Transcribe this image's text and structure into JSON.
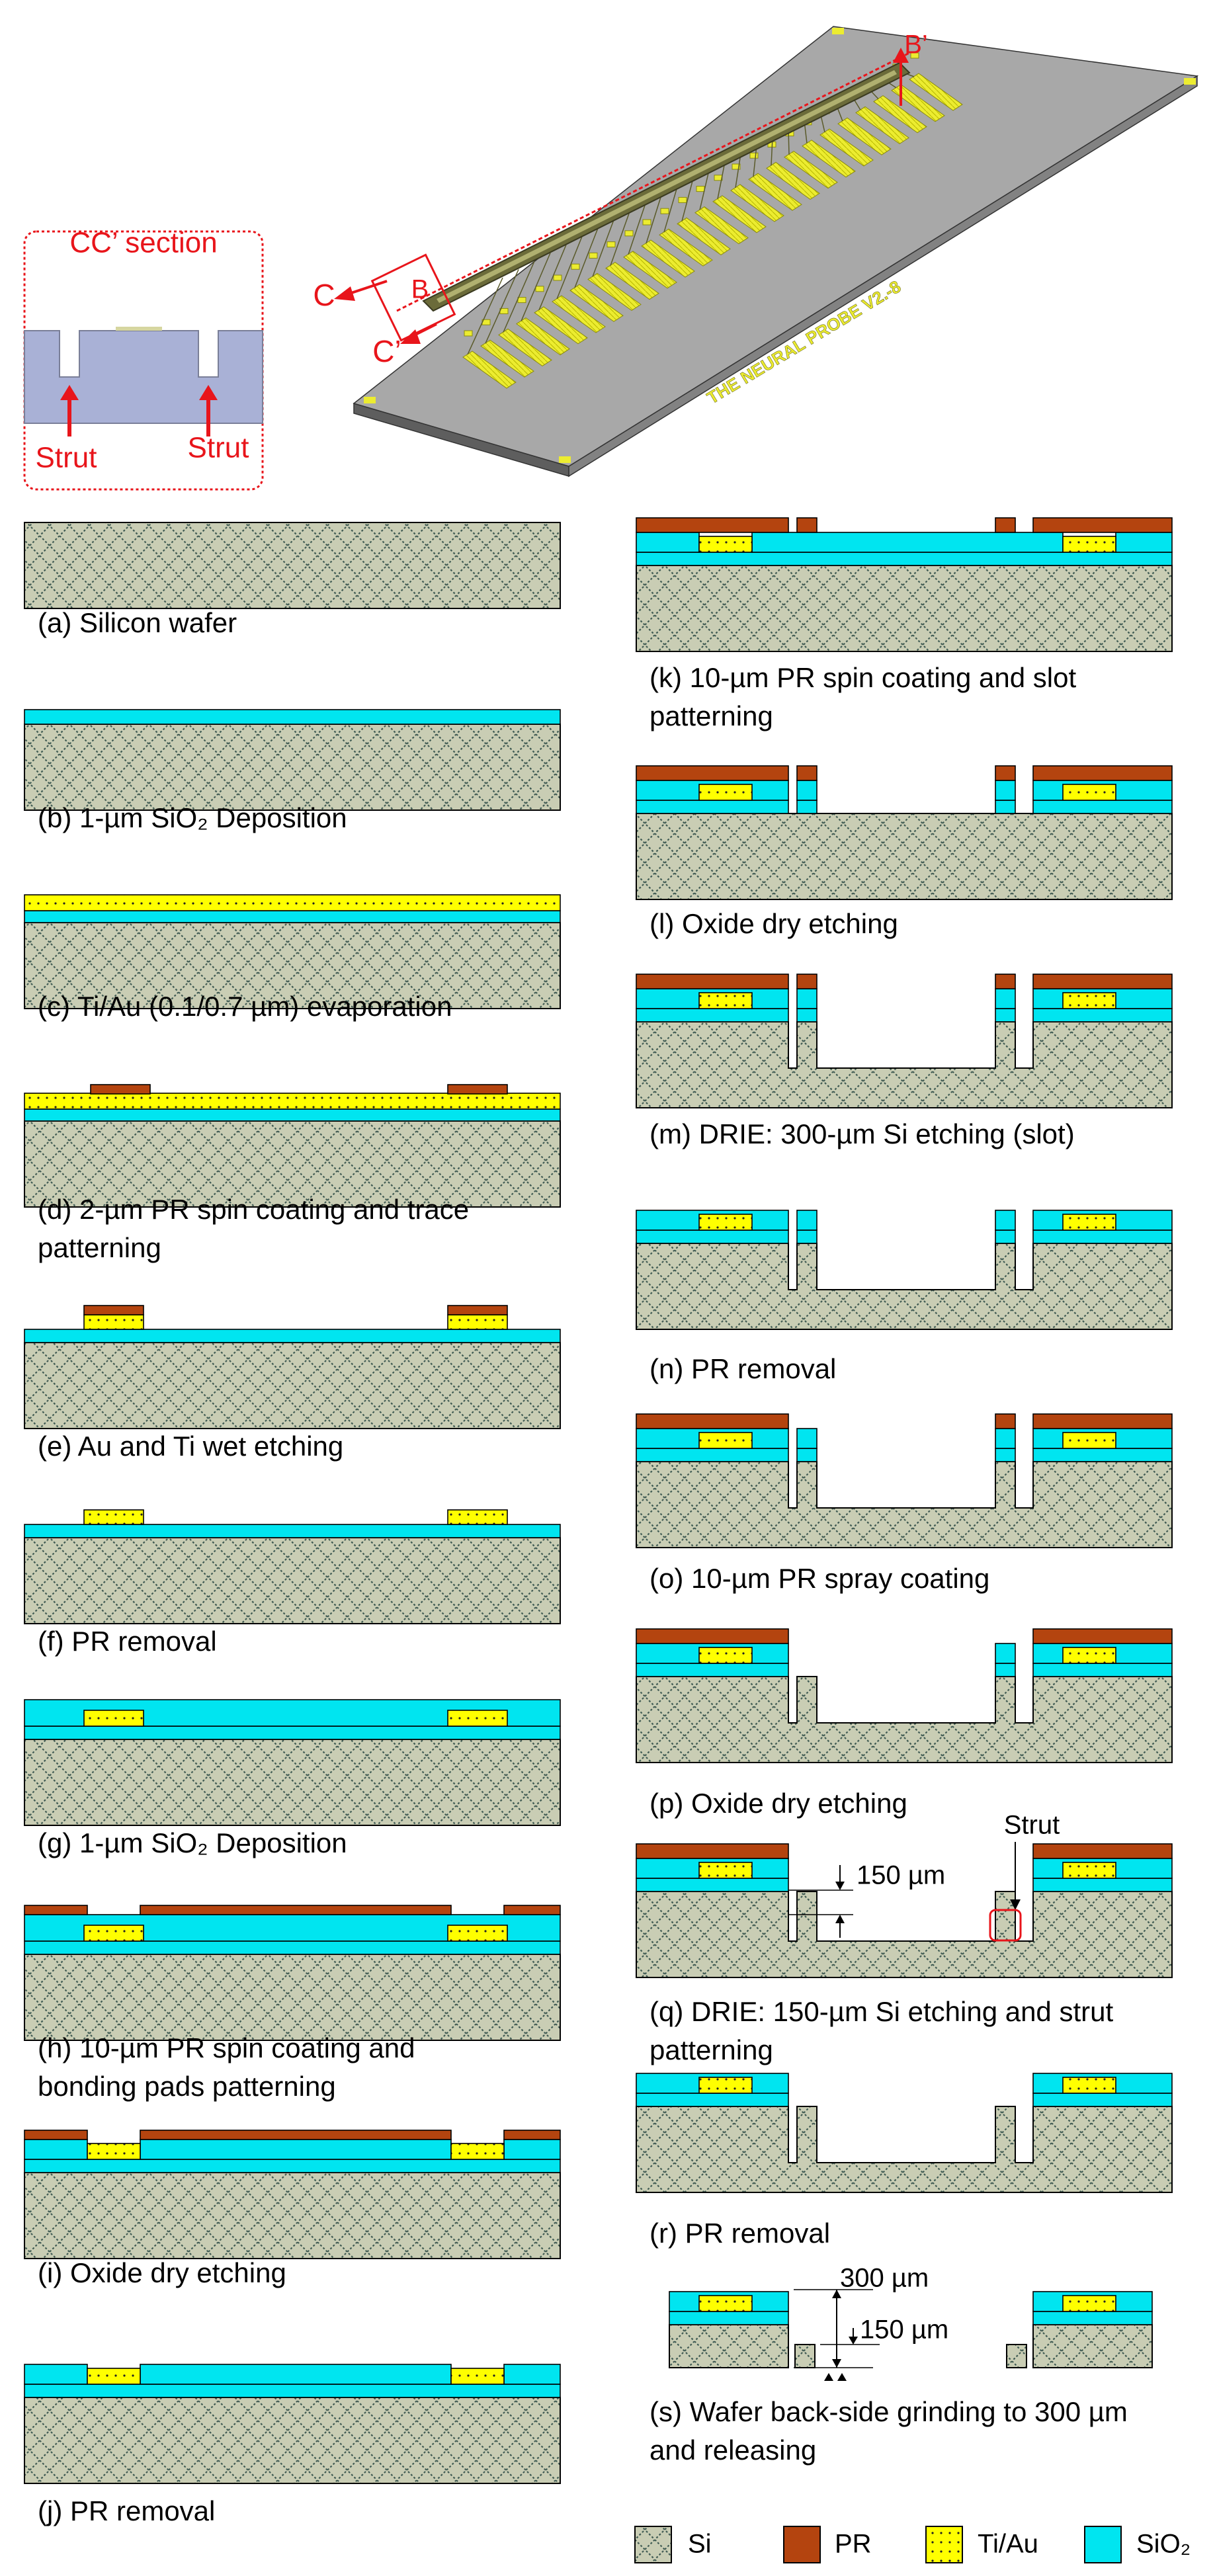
{
  "colors": {
    "si_fill": "#c9cdb4",
    "si_hatch": "#3f5a52",
    "pr": "#b4440f",
    "tiau": "#ffff00",
    "sio2": "#00e5f0",
    "outline": "#000000",
    "red": "#e8151b",
    "probe_gray": "#a8a8a8",
    "trace_dark": "#5a5a2a",
    "section_fill": "#a9b1d6"
  },
  "inset": {
    "title": "CC’ section",
    "strut_left": "Strut",
    "strut_right": "Strut"
  },
  "probe": {
    "label_c": "C",
    "label_c_prime": "C’",
    "label_b": "B",
    "label_b_prime": "B’",
    "engraving": "THE NEURAL PROBE V2.-8"
  },
  "steps": {
    "a": {
      "caption": [
        "(a) Silicon wafer"
      ]
    },
    "b": {
      "caption": [
        "(b) 1-µm SiO₂ Deposition"
      ]
    },
    "c": {
      "caption": [
        "(c) Ti/Au (0.1/0.7 µm) evaporation"
      ]
    },
    "d": {
      "caption": [
        "(d) 2-µm PR spin coating and trace",
        "patterning"
      ]
    },
    "e": {
      "caption": [
        "(e) Au and Ti wet etching"
      ]
    },
    "f": {
      "caption": [
        "(f) PR removal"
      ]
    },
    "g": {
      "caption": [
        "(g) 1-µm SiO₂ Deposition"
      ]
    },
    "h": {
      "caption": [
        "(h) 10-µm PR spin coating and",
        "bonding pads patterning"
      ]
    },
    "i": {
      "caption": [
        "(i) Oxide dry etching"
      ]
    },
    "j": {
      "caption": [
        "(j) PR removal"
      ]
    },
    "k": {
      "caption": [
        "(k) 10-µm PR spin coating and slot",
        "patterning"
      ]
    },
    "l": {
      "caption": [
        "(l) Oxide dry etching"
      ]
    },
    "m": {
      "caption": [
        "(m) DRIE: 300-µm Si etching (slot)"
      ]
    },
    "n": {
      "caption": [
        "(n) PR removal"
      ]
    },
    "o": {
      "caption": [
        "(o) 10-µm PR spray coating"
      ]
    },
    "p": {
      "caption": [
        "(p) Oxide dry etching"
      ]
    },
    "q": {
      "caption": [
        "(q) DRIE: 150-µm Si etching and strut",
        "patterning"
      ],
      "dim_label": "150 µm",
      "strut_label": "Strut"
    },
    "r": {
      "caption": [
        "(r) PR removal"
      ]
    },
    "s": {
      "caption": [
        "(s) Wafer back-side grinding to 300 µm",
        "and releasing"
      ],
      "dim_300": "300 µm",
      "dim_150": "150 µm"
    }
  },
  "legend": [
    {
      "key": "si",
      "label": "Si"
    },
    {
      "key": "pr",
      "label": "PR"
    },
    {
      "key": "tiau",
      "label": "Ti/Au"
    },
    {
      "key": "sio2",
      "label": "SiO₂"
    }
  ]
}
